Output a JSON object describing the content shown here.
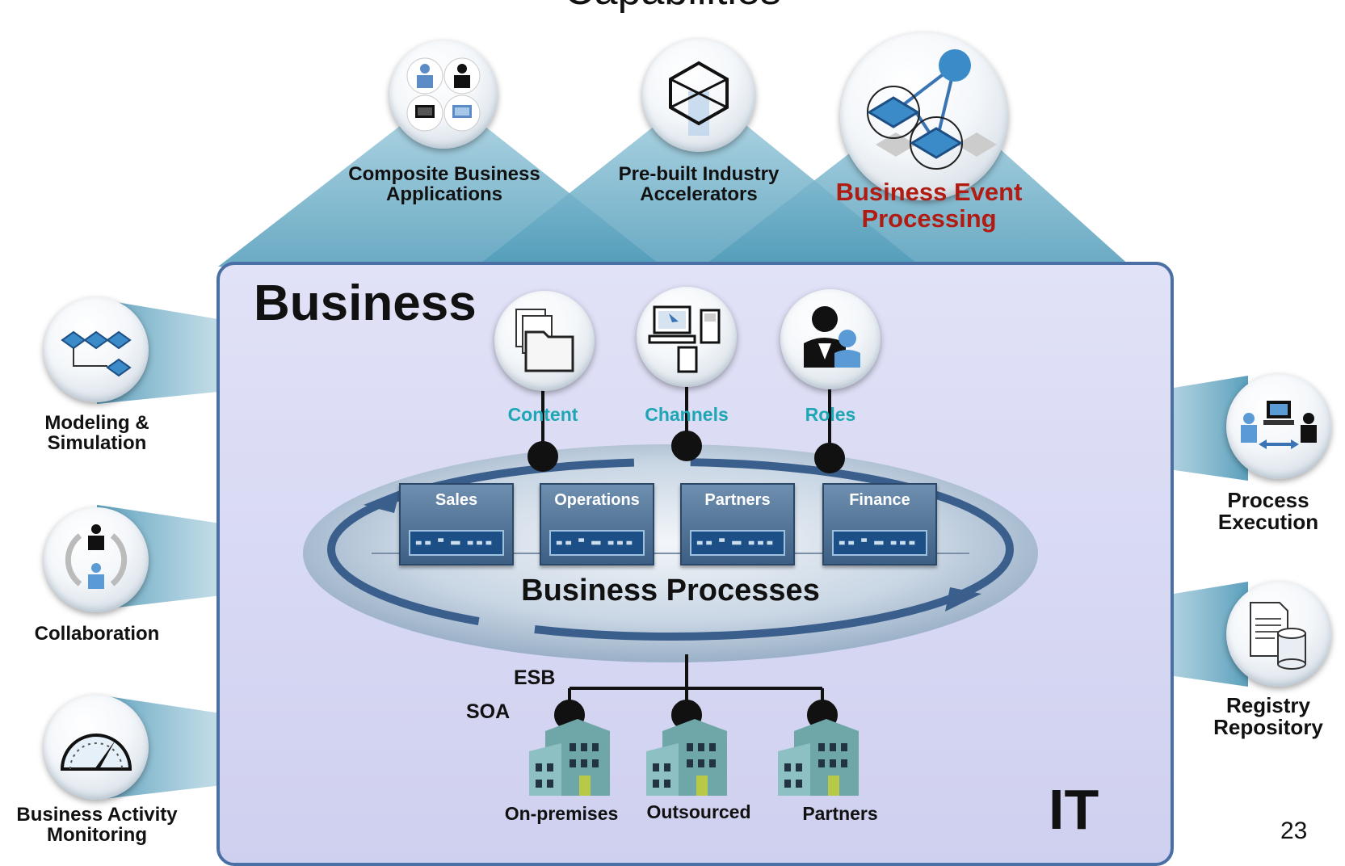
{
  "title": "Capabilities",
  "top_capabilities": [
    {
      "line1": "Composite Business",
      "line2": "Applications",
      "icon": "people-computers-icon"
    },
    {
      "line1": "Pre-built Industry",
      "line2": "Accelerators",
      "icon": "cube-icon"
    },
    {
      "line1": "Business Event",
      "line2": "Processing",
      "icon": "process-graph-icon",
      "color": "#b01c12"
    }
  ],
  "business_label": "Business",
  "business_icons": [
    {
      "label": "Content",
      "icon": "documents-folder-icon"
    },
    {
      "label": "Channels",
      "icon": "computer-devices-icon"
    },
    {
      "label": "Roles",
      "icon": "people-roles-icon"
    }
  ],
  "processes": [
    "Sales",
    "Operations",
    "Partners",
    "Finance"
  ],
  "business_processes_label": "Business Processes",
  "esb_label": "ESB",
  "soa_label": "SOA",
  "it_label": "IT",
  "buildings": [
    "On-premises",
    "Outsourced",
    "Partners"
  ],
  "left_capabilities": [
    {
      "line1": "Modeling &",
      "line2": "Simulation",
      "icon": "flow-diamonds-icon"
    },
    {
      "line1": "Collaboration",
      "line2": "",
      "icon": "collaboration-cycle-icon"
    },
    {
      "line1": "Business Activity",
      "line2": "Monitoring",
      "icon": "gauge-icon"
    }
  ],
  "right_capabilities": [
    {
      "line1": "Process",
      "line2": "Execution",
      "icon": "people-exchange-icon"
    },
    {
      "line1": "Registry",
      "line2": "Repository",
      "icon": "document-database-icon"
    }
  ],
  "page_number": "23",
  "colors": {
    "accent_red": "#b01c12",
    "cyan": "#1fa6b4",
    "panel": "#d4d5f2",
    "panel_border": "#4a6fa5"
  }
}
